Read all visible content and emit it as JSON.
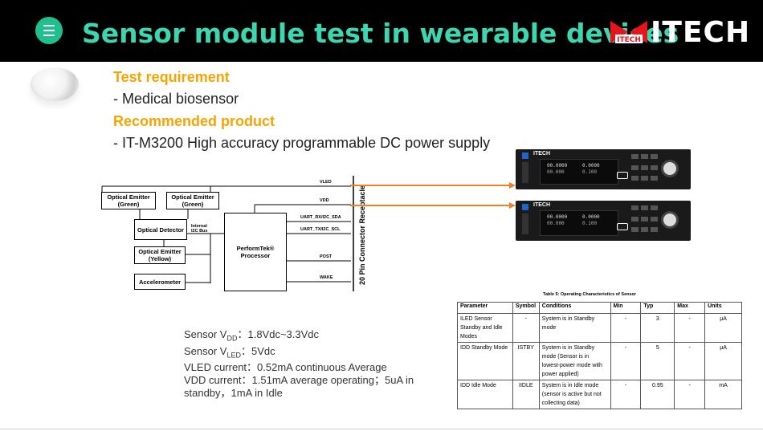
{
  "header": {
    "title": "Sensor module test in wearable devices",
    "logo_text": "ITECH",
    "logo_mark_text": "ITECH",
    "colors": {
      "background": "#000000",
      "title": "#3cd6b0",
      "menu_button": "#1fbf8e"
    },
    "menu_icon": "hamburger-icon"
  },
  "content": {
    "test_requirement_heading": "Test requirement",
    "test_requirement_item": "- Medical biosensor",
    "recommended_heading": "Recommended product",
    "recommended_item": "- IT-M3200 High accuracy programmable DC power supply",
    "accent_color": "#f5a400"
  },
  "diagram": {
    "optical_emitter_green_1": "Optical Emitter (Green)",
    "optical_emitter_green_2": "Optical Emitter (Green)",
    "optical_detector": "Optical Detector",
    "optical_emitter_yellow": "Optical Emitter (Yellow)",
    "accelerometer": "Accelerometer",
    "processor": "PerformTek® Processor",
    "internal_bus": "Internal I2C Bus",
    "connector": "20 Pin Connector Receptacle",
    "signals": [
      "VLED",
      "VDD",
      "UART_RX/I2C_SDA",
      "UART_TX/I2C_SCL",
      "POST",
      "WAKE"
    ]
  },
  "devices": [
    {
      "brand": "ITECH",
      "v_display": "00.0000",
      "a_display": "0.0000",
      "v_set": "00.000",
      "a_set": "0.100"
    },
    {
      "brand": "ITECH",
      "v_display": "00.0000",
      "a_display": "0.0000",
      "v_set": "00.000",
      "a_set": "0.100"
    }
  ],
  "specs": {
    "line1_prefix": "Sensor V",
    "line1_sub": "DD",
    "line1_value": "：1.8Vdc~3.3Vdc",
    "line2_prefix": "Sensor V",
    "line2_sub": "LED",
    "line2_value": "：5Vdc",
    "line3": "VLED current：0.52mA continuous Average",
    "line4": "VDD current：1.51mA average operating；5uA in",
    "line5": "standby，1mA in Idle"
  },
  "table": {
    "title": "Table 5: Operating Characteristics of Sensor",
    "headers": [
      "Parameter",
      "Symbol",
      "Conditions",
      "Min",
      "Typ",
      "Max",
      "Units"
    ],
    "rows": [
      [
        "ILED Sensor Standby and Idle Modes",
        "-",
        "System is in Standby mode",
        "-",
        "3",
        "-",
        "μA"
      ],
      [
        "IDD Standby Mode",
        "ISTBY",
        "System is in Standby mode (Sensor is in lowest-power mode with power applied)",
        "-",
        "5",
        "-",
        "μA"
      ],
      [
        "IDD Idle Mode",
        "IIDLE",
        "System is in Idle mode (sensor is active but not collecting data)",
        "-",
        "0.95",
        "-",
        "mA"
      ]
    ]
  }
}
